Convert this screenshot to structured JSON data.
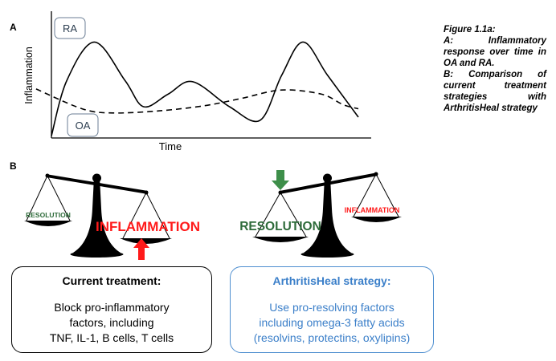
{
  "panel_a": {
    "label": "A",
    "ylabel": "Inflammation",
    "xlabel": "Time",
    "ra_label": "RA",
    "oa_label": "OA"
  },
  "chart_data": {
    "type": "line",
    "title": "",
    "xlabel": "Time",
    "ylabel": "Inflammation",
    "series": [
      {
        "name": "RA",
        "style": "solid",
        "x": [
          0,
          0.05,
          0.14,
          0.24,
          0.3,
          0.38,
          0.46,
          0.58,
          0.68,
          0.75,
          0.82,
          0.9,
          1.0
        ],
        "y": [
          0.02,
          0.55,
          0.92,
          0.55,
          0.3,
          0.42,
          0.54,
          0.3,
          0.17,
          0.6,
          0.92,
          0.6,
          0.2
        ]
      },
      {
        "name": "OA",
        "style": "dashed",
        "x": [
          -0.05,
          0.1,
          0.2,
          0.35,
          0.5,
          0.62,
          0.75,
          0.88,
          0.95,
          1.0
        ],
        "y": [
          0.47,
          0.28,
          0.24,
          0.26,
          0.31,
          0.38,
          0.46,
          0.42,
          0.32,
          0.28
        ]
      }
    ]
  },
  "caption": {
    "title": "Figure 1.1a:",
    "line_a": "A: Inflammatory response over time in OA and RA.",
    "line_b": "B: Comparison of current treatment strategies with ArthritisHeal strategy"
  },
  "panel_b": {
    "label": "B",
    "left_scale": {
      "resolution": "RESOLUTION",
      "inflammation": "INFLAMMATION"
    },
    "right_scale": {
      "resolution": "RESOLUTION",
      "inflammation": "INFLAMMATION"
    },
    "current": {
      "title": "Current treatment:",
      "lines": [
        "Block pro-inflammatory",
        "factors, including",
        "TNF, IL-1, B cells, T cells"
      ]
    },
    "arthritisheal": {
      "title": "ArthritisHeal strategy:",
      "lines": [
        "Use pro-resolving factors",
        "including omega-3 fatty acids",
        "(resolvins, protectins, oxylipins)"
      ]
    }
  },
  "colors": {
    "resolution": "#2e6b3a",
    "inflammation": "#ff1a1a",
    "blue": "#3b7fc9",
    "green_arrow": "#3e8f4a",
    "red_arrow": "#ff1a1a"
  }
}
